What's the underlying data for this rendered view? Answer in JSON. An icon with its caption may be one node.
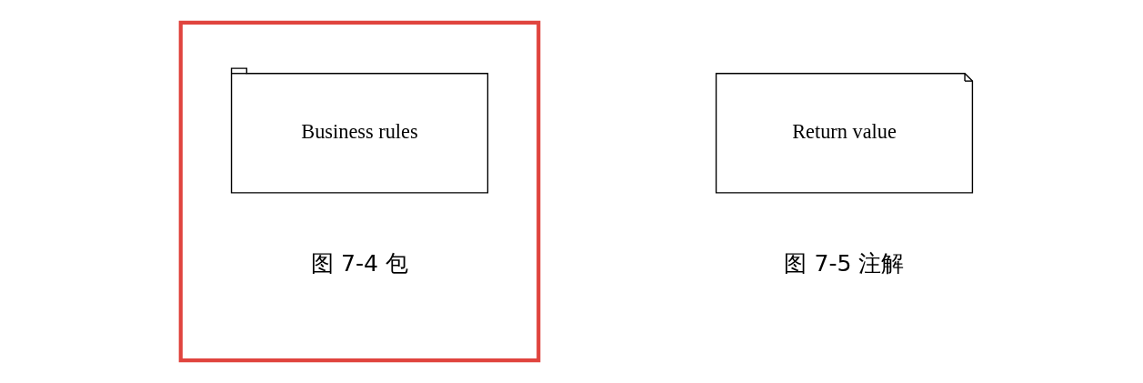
{
  "diagram": {
    "nodes": [
      {
        "text": [],
        "shape": "box"
      },
      {
        "text": [
          "Business rules"
        ],
        "in": 0,
        "beside": [
          "图 7-4 包"
        ]
      },
      {
        "text": [
          "Return value"
        ],
        "beside": [
          "图 7-5 注解"
        ]
      }
    ],
    "edges": []
  }
}
